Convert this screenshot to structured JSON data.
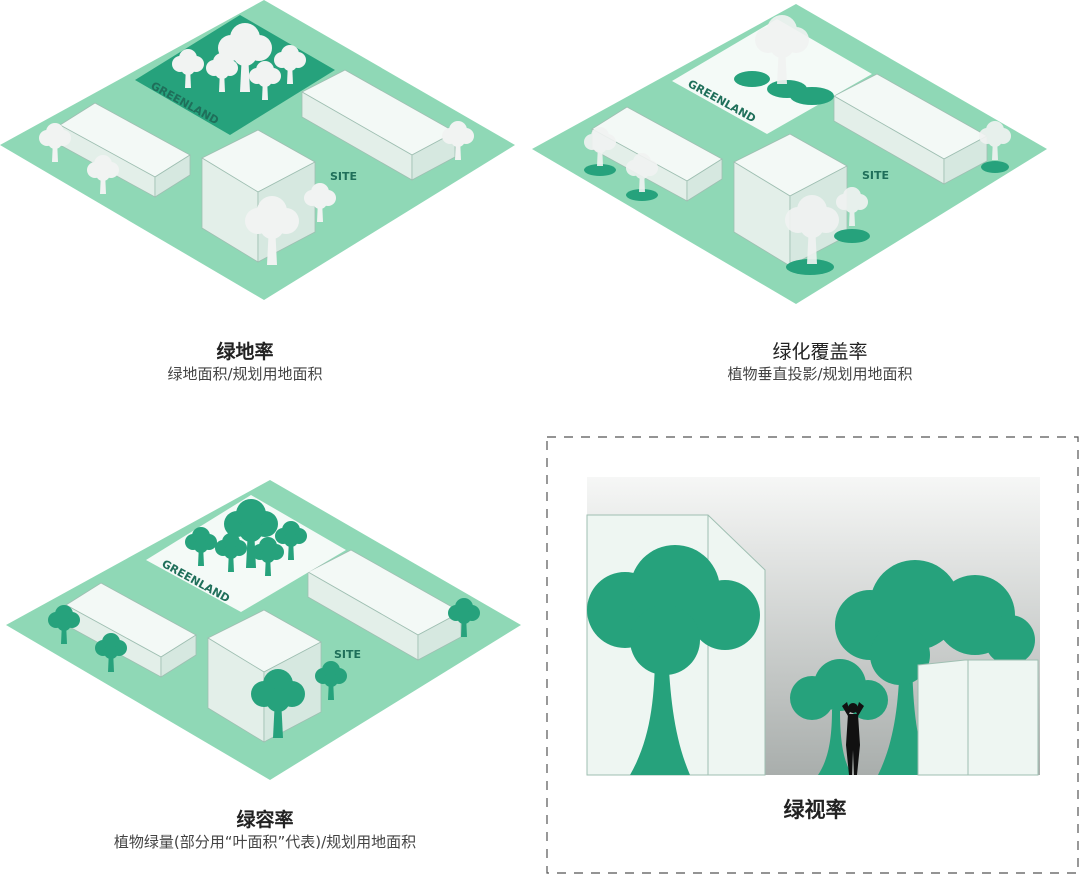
{
  "colors": {
    "ground": "#8fd8b6",
    "dark_green": "#26a27c",
    "building": "#eef6f2",
    "outline": "#9fbfb2"
  },
  "panels": [
    {
      "title": "绿地率",
      "subtitle": "绿地面积/规划用地面积",
      "greenland_label": "GREENLAND",
      "site_label": "SITE"
    },
    {
      "title": "绿化覆盖率",
      "subtitle": "植物垂直投影/规划用地面积",
      "greenland_label": "GREENLAND",
      "site_label": "SITE"
    },
    {
      "title": "绿容率",
      "subtitle": "植物绿量(部分用“叶面积”代表)/规划用地面积",
      "greenland_label": "GREENLAND",
      "site_label": "SITE"
    },
    {
      "title": "绿视率"
    }
  ]
}
